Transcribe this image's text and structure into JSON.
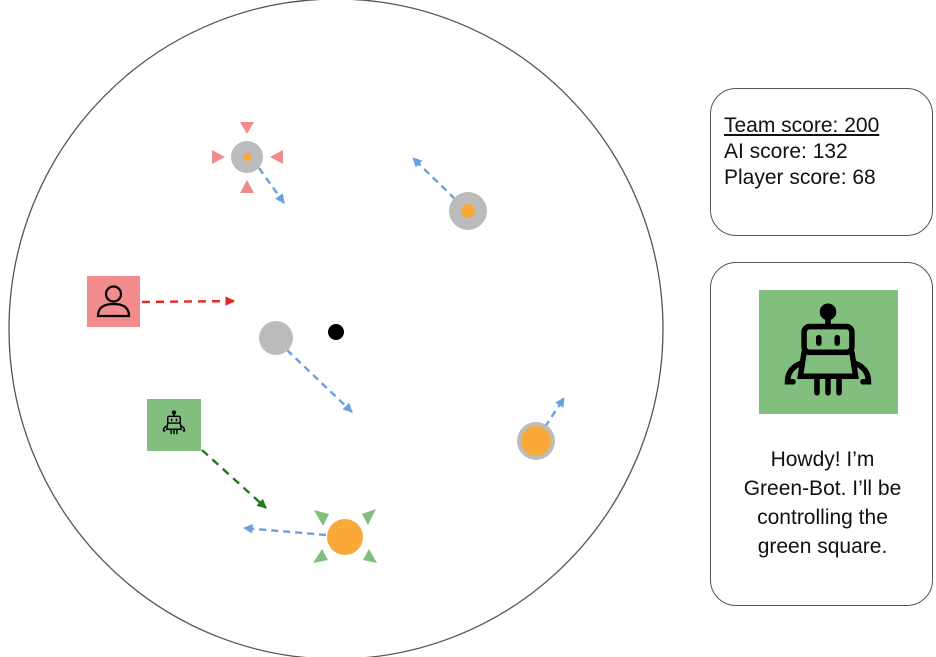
{
  "score_panel": {
    "team_score": "Team score: 200",
    "ai_score": "AI score: 132",
    "player_score": "Player score: 68"
  },
  "bot_panel": {
    "message_lines": [
      "Howdy! I’m",
      "Green-Bot. I’ll be",
      "controlling the",
      "green square."
    ]
  },
  "colors": {
    "player_square": "#f28b8b",
    "bot_square": "#82bf7e",
    "gray_ball": "#bcbcbc",
    "orange_ball": "#f9a93a",
    "blue_arrow": "#6a9fe0",
    "red_arrow": "#e8281f",
    "green_arrow": "#1f7a1a",
    "red_marker": "#f28b8b",
    "green_marker": "#82bf7e"
  },
  "icons": {
    "player": "person-icon",
    "bot": "robot-icon"
  }
}
